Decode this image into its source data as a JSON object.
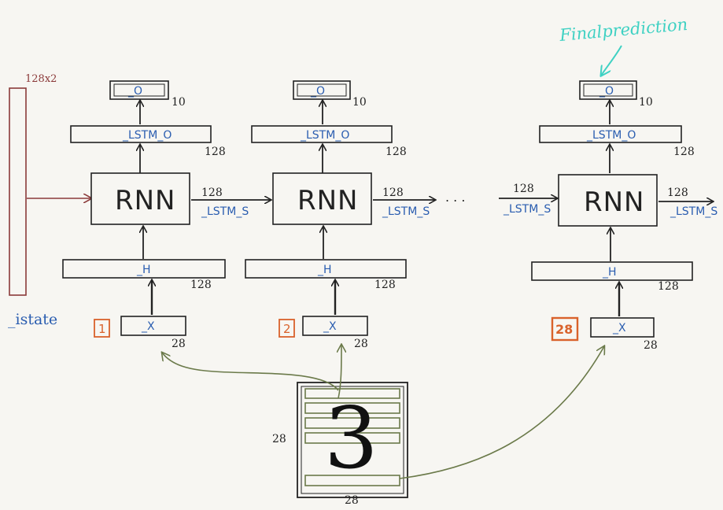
{
  "colors": {
    "ink": "#222222",
    "blue_label": "#2a5db0",
    "state_red": "#8b3a3a",
    "step_orange": "#d9622b",
    "arrow_green": "#6b7a4a",
    "annotation_cyan": "#3fd1c3"
  },
  "annotation": {
    "final_prediction": "Finalprediction"
  },
  "istate": {
    "label": "_istate",
    "size": "128x2"
  },
  "ellipsis": ". . .",
  "columns": [
    {
      "step": "1",
      "output_label": "_O",
      "output_size": "10",
      "lstm_o_label": "_LSTM_O",
      "lstm_o_size": "128",
      "rnn_label": "RNN",
      "state_in_label": "",
      "state_in_size": "",
      "state_out_label": "_LSTM_S",
      "state_out_size": "128",
      "hidden_label": "_H",
      "hidden_size": "128",
      "input_label": "_X",
      "input_size": "28"
    },
    {
      "step": "2",
      "output_label": "_O",
      "output_size": "10",
      "lstm_o_label": "_LSTM_O",
      "lstm_o_size": "128",
      "rnn_label": "RNN",
      "state_in_label": "",
      "state_in_size": "",
      "state_out_label": "_LSTM_S",
      "state_out_size": "128",
      "hidden_label": "_H",
      "hidden_size": "128",
      "input_label": "_X",
      "input_size": "28"
    },
    {
      "step": "28",
      "output_label": "_O",
      "output_size": "10",
      "lstm_o_label": "_LSTM_O",
      "lstm_o_size": "128",
      "rnn_label": "RNN",
      "state_in_label": "_LSTM_S",
      "state_in_size": "128",
      "state_out_label": "_LSTM_S",
      "state_out_size": "128",
      "hidden_label": "_H",
      "hidden_size": "128",
      "input_label": "_X",
      "input_size": "28"
    }
  ],
  "image": {
    "digit": "3",
    "height_label": "28",
    "width_label": "28"
  }
}
